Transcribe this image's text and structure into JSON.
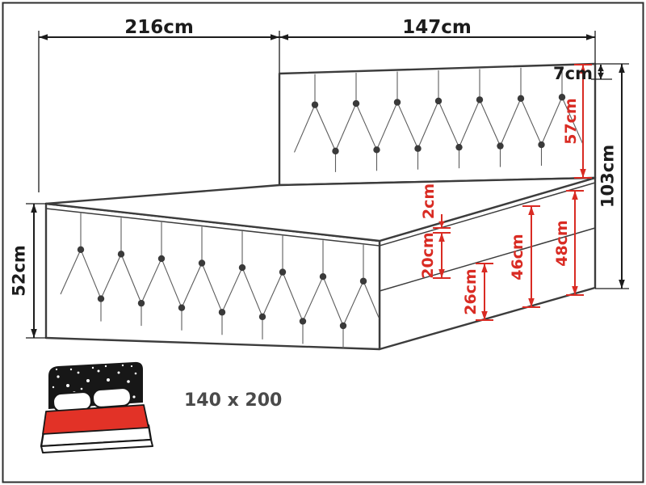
{
  "dimensions": {
    "length": "216cm",
    "headboard_width": "147cm",
    "headboard_top_depth": "7cm",
    "headboard_above_mattress": "57cm",
    "total_height": "103cm",
    "side_height": "52cm",
    "topper_thickness": "2cm",
    "mattress_thickness": "20cm",
    "base_height": "26cm",
    "mattress_and_base_height": "46cm",
    "top_surface_height": "48cm"
  },
  "size_badge": {
    "label": "140 x 200"
  },
  "colors": {
    "dimension_black": "#1c1c1c",
    "dimension_red": "#d92b23",
    "outline_gray": "#3c3c3c",
    "tuft_line": "#5c5c5c",
    "tuft_dot": "#3a3a3a",
    "icon_black": "#171717",
    "icon_red": "#e23227"
  }
}
